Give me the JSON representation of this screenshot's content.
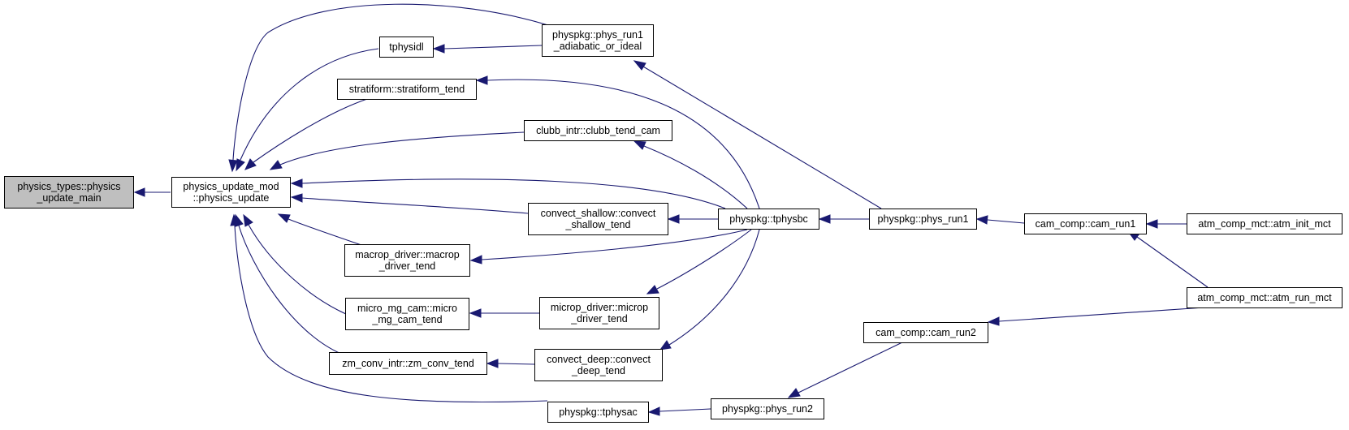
{
  "colors": {
    "edge": "#191970",
    "root_fill": "#bfbfbf",
    "node_fill": "#ffffff",
    "node_border": "#000000"
  },
  "nodes": {
    "physics_update_main": "physics_types::physics\n_update_main",
    "physics_update": "physics_update_mod\n::physics_update",
    "tphysidl": "tphysidl",
    "stratiform_tend": "stratiform::stratiform_tend",
    "macrop_driver_tend": "macrop_driver::macrop\n_driver_tend",
    "micro_mg_cam_tend": "micro_mg_cam::micro\n_mg_cam_tend",
    "zm_conv_tend": "zm_conv_intr::zm_conv_tend",
    "phys_run1_adiabatic_or_ideal": "physpkg::phys_run1\n_adiabatic_or_ideal",
    "clubb_tend_cam": "clubb_intr::clubb_tend_cam",
    "convect_shallow_tend": "convect_shallow::convect\n_shallow_tend",
    "microp_driver_tend": "microp_driver::microp\n_driver_tend",
    "convect_deep_tend": "convect_deep::convect\n_deep_tend",
    "tphysac": "physpkg::tphysac",
    "tphysbc": "physpkg::tphysbc",
    "phys_run2": "physpkg::phys_run2",
    "phys_run1": "physpkg::phys_run1",
    "cam_run2": "cam_comp::cam_run2",
    "cam_run1": "cam_comp::cam_run1",
    "atm_init_mct": "atm_comp_mct::atm_init_mct",
    "atm_run_mct": "atm_comp_mct::atm_run_mct"
  }
}
